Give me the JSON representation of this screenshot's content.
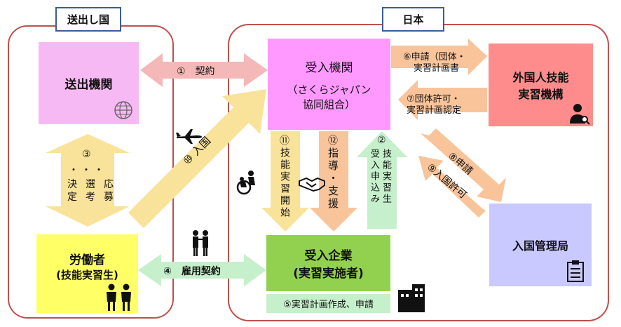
{
  "regions": {
    "sending_country": "送出し国",
    "japan": "日本"
  },
  "boxes": {
    "sending_org": "送出機関",
    "receiving_org_title": "受入機関",
    "receiving_org_sub1": "（さくらジャパン",
    "receiving_org_sub2": "協同組合）",
    "otit_line1": "外国人技能",
    "otit_line2": "実習機構",
    "worker_line1": "労働者",
    "worker_line2": "(技能実習生)",
    "company_line1": "受入企業",
    "company_line2": "(実習実施者)",
    "company_note": "⑤実習計画作成、申請",
    "immigration": "入国管理局"
  },
  "arrows": {
    "contract": "①　契約",
    "employment": "④　雇用契約",
    "apply_line1": "⑥申請（団体・",
    "apply_line2": "実習計画書",
    "permit_line1": "⑦団体許可・",
    "permit_line2": "実習計画認定",
    "selection_num": "③",
    "selection_dots": "・・・",
    "selection_text": "決選応定考募",
    "entry": "⑩ 入国",
    "training_start_num": "⑪",
    "training_start_text": "技能実習開始",
    "guidance_num": "⑫",
    "guidance_text": "指導・支援",
    "application_num": "②",
    "application_col1": "技能実習生",
    "application_col2": "受入申込み",
    "immigration_apply": "⑧申請",
    "immigration_permit": "⑨入国許可"
  },
  "icons": [
    "globe-icon",
    "airplane-icon",
    "wheelchair-icon",
    "handshake-icon",
    "business-person-icon",
    "two-people-icon",
    "couple-icon",
    "building-icon",
    "clipboard-icon"
  ],
  "colors": {
    "region_border": "#c0504d",
    "tag_border": "#3b5c9e",
    "pink": "#f7b9f3",
    "magenta": "#ff99ff",
    "salmon": "#ff8c8c",
    "yellow": "#ffff66",
    "green": "#92d050",
    "lavender": "#c9c9ff",
    "arrow_pink": "#f4b8b8",
    "arrow_yellow": "#f9e29a",
    "arrow_orange": "#f9c49a",
    "arrow_green": "#c6efcb"
  }
}
